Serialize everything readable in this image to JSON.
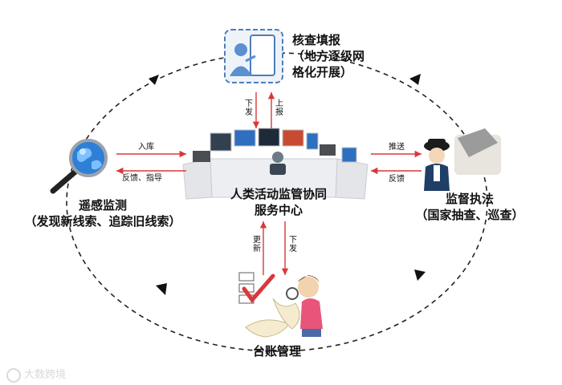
{
  "nodes": {
    "top": {
      "line1": "核查填报",
      "line2": "（地方逐级网",
      "line3": "格化开展）",
      "icon": "person-tablet-icon"
    },
    "left": {
      "line1": "遥感监测",
      "line2": "（发现新线索、追踪旧线索）",
      "icon": "globe-magnifier-icon"
    },
    "right": {
      "line1": "监督执法",
      "line2": "（国家抽查、巡查）",
      "icon": "police-officer-icon"
    },
    "bottom": {
      "line1": "台账管理",
      "icon": "person-checklist-icon"
    },
    "center": {
      "line1": "人类活动监管协同",
      "line2": "服务中心",
      "icon": "control-center-icon"
    }
  },
  "edges": {
    "center_to_top": "下发",
    "top_to_center": "上报",
    "left_to_center": "入库",
    "center_to_left": "反馈、指导",
    "center_to_right": "推送",
    "right_to_center": "反馈",
    "bottom_to_center": "更新",
    "center_to_bottom": "下发"
  },
  "watermark": "大数跨境",
  "colors": {
    "arrow": "#d9383a",
    "cycle": "#222222",
    "accent": "#3b7fc4"
  }
}
